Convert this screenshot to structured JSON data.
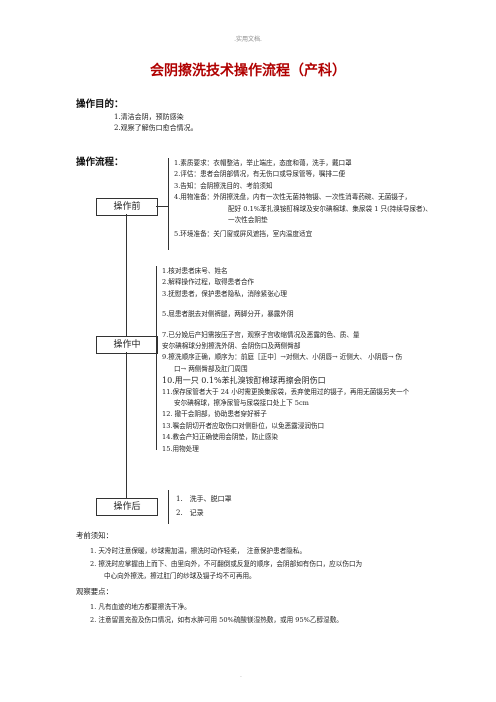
{
  "header_note": ".实用文档.",
  "title": "会阴擦洗技术操作流程（产科）",
  "purpose": {
    "heading": "操作目的：",
    "items": [
      "1.清洁会阴，预防感染",
      "2.观察了解伤口愈合情况。"
    ]
  },
  "process": {
    "heading": "操作流程：",
    "before": {
      "label": "操作前",
      "items": [
        "1.素质要求：衣帽整洁，举止端庄，态度和蔼，洗手，戴口罩",
        "2.评估：患者会阴部情况，有无伤口或导尿管等，嘱排二便",
        "3.告知：会阴擦洗目的、考前须知",
        "4.用物准备：外阴擦洗盘，内有一次性无菌持物镊、一次性消毒药碗、无菌镊子，",
        "配好 0.1%苯扎溴铵酊棉球及安尔碘棉球、集尿袋 1 只(持续导尿者)、",
        "一次性会阴垫",
        "5.环境准备：关门窗或屏风遮挡，室内温度适宜"
      ]
    },
    "during": {
      "label": "操作中",
      "items": [
        "1.核对患者床号、姓名",
        "2.解释操作过程，取得患者合作",
        "3.抚慰患者，保护患者隐私，消除紧张心理",
        "5.屈患者脱去对侧裤腿，两脚分开，暴露外阴",
        "7.已分娩后产妇需按压子宫，观察子宫收缩情况及恶露的色、质、量",
        "安尔碘棉球分别擦洗外阴、会阴伤口及两侧臀部",
        "9.擦洗顺序正确，顺序为：前庭［正中］→对侧大、小阴唇→ 近侧大、 小阴唇→ 伤",
        "口→ 两侧臀部及肛门周围",
        "10.用一只 0.1%苯扎溴铵酊棉球再擦会阴伤口",
        "11.保存尿管者大于 24 小时需更换集尿袋，丢弃使用过的镊子，再用无菌镊另夹一个",
        "安尔碘棉球，擦净尿管与尿袋接口处上下 5cm",
        "12. 撤干会阴部，协助患者穿好裤子",
        "13.嘱会阴切开者应取伤口对侧卧位，以免恶露浸润伤口",
        "14.教会产妇正确使用会阴垫，防止感染",
        "15.用物处理"
      ]
    },
    "after": {
      "label": "操作后",
      "items": [
        "1.　洗手、脱口罩",
        "2.　记录"
      ]
    }
  },
  "notes": {
    "heading": "考前须知：",
    "items": [
      "1. 天冷时注意保暖，纱球需加温，擦洗时动作轻柔，　注意保护患者隐私。",
      "2. 擦洗时应掌握由上而下、由里向外，不可翻倒或反复的顺序，会阴部如有伤口，应以伤口为",
      "中心向外擦洗，擦过肛门的纱球及镊子均不可再用。"
    ]
  },
  "observe": {
    "heading": "观察要点：",
    "items": [
      "1. 凡有血迹的地方都要擦洗干净。",
      "2. 注意留置充盈及伤口情况，如有水肿可用 50%硫酸镁湿热敷，或用 95%乙醇湿敷。"
    ]
  },
  "footer_mark": "."
}
